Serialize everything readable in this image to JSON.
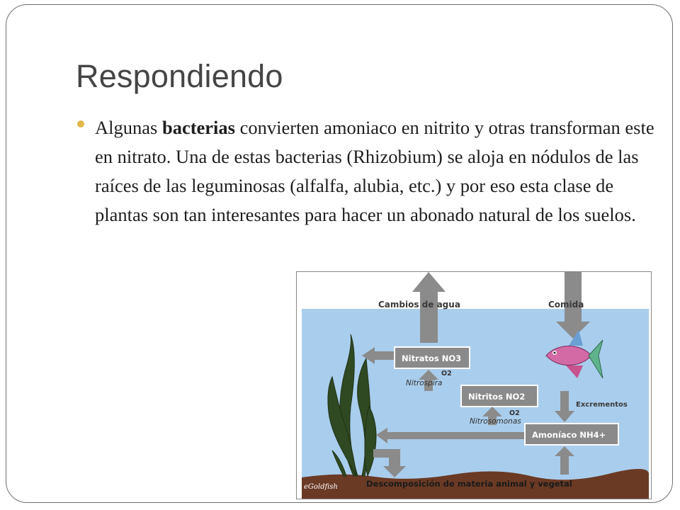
{
  "slide": {
    "title": "Respondiendo",
    "bullet": {
      "prefix": "Algunas ",
      "bold": "bacterias",
      "suffix": " convierten amoniaco en nitrito y otras transforman este en nitrato. Una de estas bacterias (Rhizobium) se aloja en nódulos de las raíces de las leguminosas (alfalfa, alubia, etc.) y por eso esta clase de plantas son tan interesantes para hacer un abonado natural de los suelos."
    }
  },
  "figure": {
    "colors": {
      "water": "#a9cdec",
      "ground": "#6b3a24",
      "arrow": "#8b8b8b",
      "box": "#8a8a8a",
      "plant": "#2f4a22"
    },
    "labels": {
      "water_changes": "Cambios de agua",
      "food": "Comida",
      "excrements": "Excrementos",
      "decomposition": "Descomposición de materia animal y vegetal"
    },
    "boxes": {
      "nitrates": "Nitratos NO3",
      "nitrites": "Nitritos NO2",
      "ammonia": "Amoníaco NH4+"
    },
    "bacteria": {
      "nitrospira": "Nitrospira",
      "nitrosomonas": "Nitrosomonas",
      "o2": "O2"
    },
    "logo": "eGoldfish"
  }
}
